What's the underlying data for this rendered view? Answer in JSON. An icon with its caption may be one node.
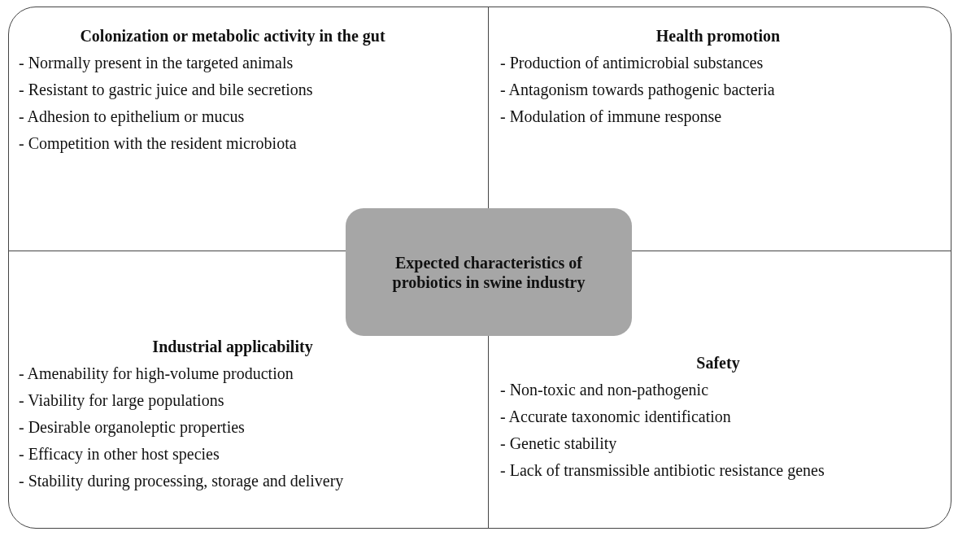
{
  "diagram": {
    "nodes": [
      {
        "text": [
          "Colonization or metabolic activity in the gut",
          "- Normally present in the targeted animals",
          "- Resistant to gastric juice and bile secretions",
          "- Adhesion to epithelium or mucus",
          "- Competition with the resident microbiota"
        ]
      },
      {
        "text": [
          "Health promotion",
          "- Production of antimicrobial substances",
          "- Antagonism towards pathogenic bacteria",
          "- Modulation of immune response"
        ]
      },
      {
        "text": [
          "Expected characteristics of probiotics in swine industry"
        ]
      },
      {
        "text": [
          "Industrial applicability",
          "- Amenability for high-volume production",
          "- Viability for large populations",
          "- Desirable organoleptic properties",
          "- Efficacy in other host species",
          "- Stability during processing, storage and delivery"
        ]
      },
      {
        "text": [
          "Safety",
          "- Non-toxic and non-pathogenic",
          "- Accurate taxonomic identification",
          "- Genetic stability",
          "- Lack of transmissible antibiotic resistance genes"
        ]
      }
    ]
  }
}
